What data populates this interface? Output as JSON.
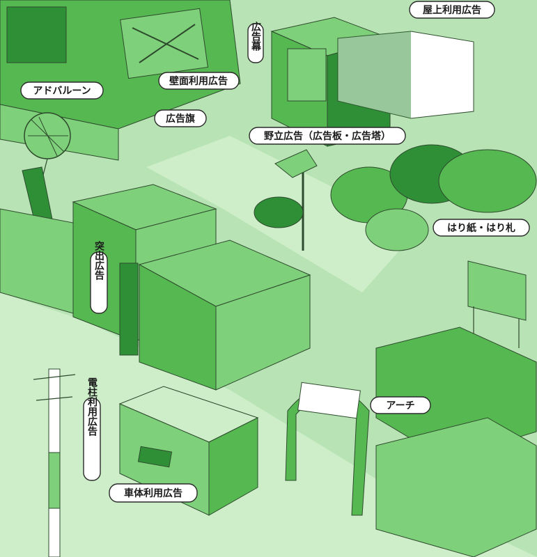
{
  "colors": {
    "background": "#b8e3b4",
    "road": "#cdeec9",
    "building_light": "#7fd07a",
    "building_mid": "#56b851",
    "building_dark": "#2f8f37",
    "window": "#ffffff",
    "line": "#2d4a2d",
    "label_bg": "#ffffff",
    "label_text": "#1a1a1a"
  },
  "labels": {
    "ad_balloon": "アドバルーン",
    "wall_ad": "壁面利用広告",
    "ad_curtain": "広告幕",
    "rooftop_ad": "屋上利用広告",
    "ad_flag": "広告旗",
    "outdoor_ad": "野立広告（広告板・広告塔）",
    "posters": "はり紙・はり札",
    "projecting_ad": "突出広告",
    "arch": "アーチ",
    "pole_ad": "電柱利用広告",
    "vehicle_ad": "車体利用広告"
  }
}
